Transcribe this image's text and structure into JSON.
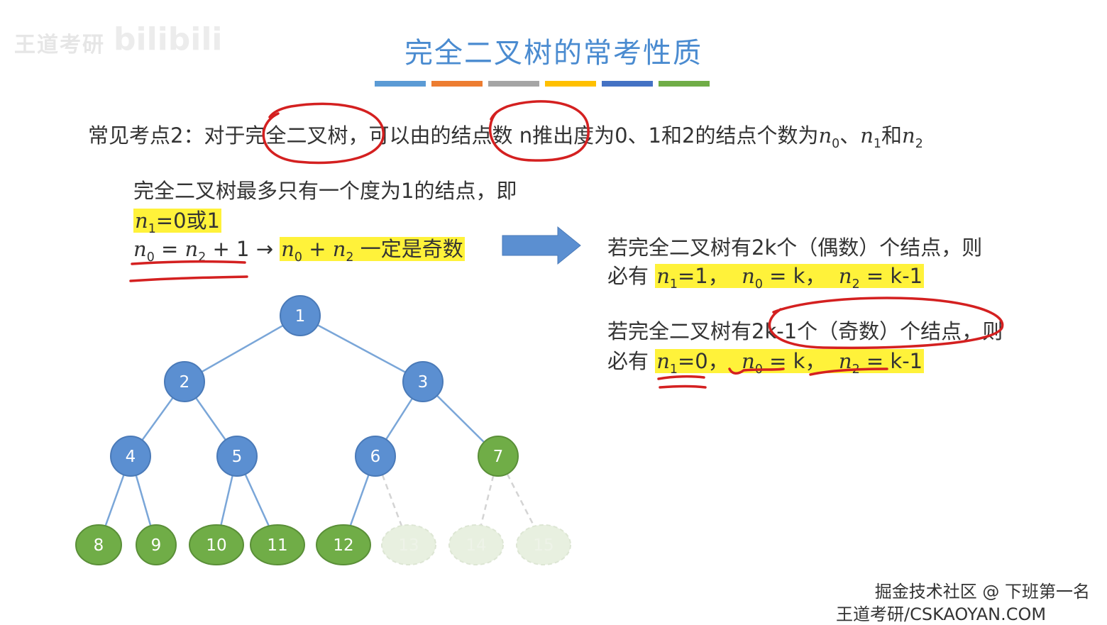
{
  "watermark": {
    "left": "王道考研",
    "right": "bilibili"
  },
  "title": "完全二叉树的常考性质",
  "title_bar_colors": [
    "#5b9bd5",
    "#ed7d31",
    "#a5a5a5",
    "#ffc000",
    "#4472c4",
    "#70ad47"
  ],
  "point": {
    "prefix": "常见考点2：对于",
    "term1": "完全二叉树",
    "mid": "，可以由的",
    "term2": "结点数 n",
    "suffix": "推出度为0、1和2的结点个数为",
    "n0": "n",
    "n0sub": "0",
    "sep": "、",
    "n1": "n",
    "n1sub": "1",
    "and": "和",
    "n2": "n",
    "n2sub": "2"
  },
  "left_block": {
    "line1": "完全二叉树最多只有一个度为1的结点，即",
    "line2_n": "n",
    "line2_sub": "1",
    "line2_rest": "=0或1",
    "line3_a": "n",
    "line3_a_sub": "0",
    "line3_eq": " = ",
    "line3_b": "n",
    "line3_b_sub": "2",
    "line3_plus": " + 1 ",
    "arrow": "→",
    "line3_c": "n",
    "line3_c_sub": "0",
    "line3_c_plus": " + ",
    "line3_d": "n",
    "line3_d_sub": "2",
    "line3_end": " 一定是奇数"
  },
  "right_block": {
    "even_line1": "若完全二叉树有2k个（偶数）个结点，则",
    "even_prefix": "必有 ",
    "even_n1": "n",
    "even_n1_sub": "1",
    "even_n1_val": "=1，",
    "even_n0": "n",
    "even_n0_sub": "0",
    "even_n0_val": " = k，",
    "even_n2": "n",
    "even_n2_sub": "2",
    "even_n2_val": " = k-1",
    "odd_line1_a": "若完全二叉树有",
    "odd_line1_b": "2k-1个（奇数）个结点",
    "odd_line1_c": "，则",
    "odd_prefix": "必有 ",
    "odd_n1": "n",
    "odd_n1_sub": "1",
    "odd_n1_val": "=0，",
    "odd_n0": "n",
    "odd_n0_sub": "0",
    "odd_n0_val": " = k，",
    "odd_n2": "n",
    "odd_n2_sub": "2",
    "odd_n2_val": " = k-1"
  },
  "tree": {
    "colors": {
      "internal": "#5b8fd1",
      "leaf": "#70ad47",
      "ghost": "#e8f0e0",
      "edge": "#7aa6d8"
    },
    "nodes": [
      {
        "label": "1",
        "type": "internal"
      },
      {
        "label": "2",
        "type": "internal"
      },
      {
        "label": "3",
        "type": "internal"
      },
      {
        "label": "4",
        "type": "internal"
      },
      {
        "label": "5",
        "type": "internal"
      },
      {
        "label": "6",
        "type": "internal"
      },
      {
        "label": "7",
        "type": "leaf"
      },
      {
        "label": "8",
        "type": "leaf"
      },
      {
        "label": "9",
        "type": "leaf"
      },
      {
        "label": "10",
        "type": "leaf"
      },
      {
        "label": "11",
        "type": "leaf"
      },
      {
        "label": "12",
        "type": "leaf"
      },
      {
        "label": "13",
        "type": "ghost"
      },
      {
        "label": "14",
        "type": "ghost"
      },
      {
        "label": "15",
        "type": "ghost"
      }
    ]
  },
  "footer": {
    "line1": "掘金技术社区 @ 下班第一名",
    "line2": "王道考研/CSKAOYAN.COM"
  }
}
